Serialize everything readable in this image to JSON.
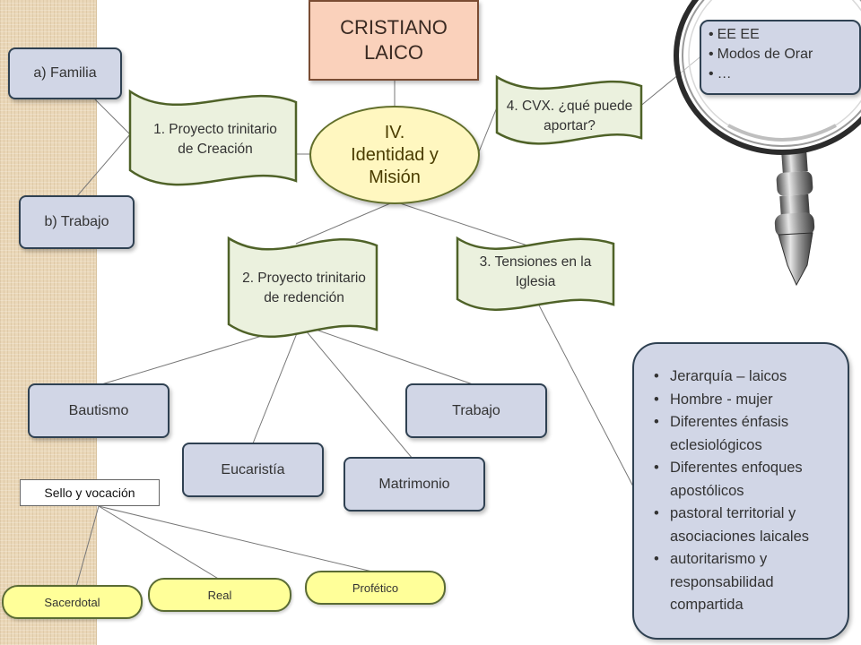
{
  "title": "CRISTIANO LAICO",
  "center": "IV. Identidad y Misión",
  "flags": {
    "creacion": "1. Proyecto trinitario de Creación",
    "redencion": "2. Proyecto trinitario de redención",
    "tensiones": "3. Tensiones en la Iglesia",
    "cvx": "4. CVX. ¿qué puede aportar?"
  },
  "boxes": {
    "familia": "a) Familia",
    "trabajo_b": "b) Trabajo",
    "bautismo": "Bautismo",
    "eucaristia": "Eucaristía",
    "matrimonio": "Matrimonio",
    "trabajo": "Trabajo"
  },
  "sello": "Sello y vocación",
  "vocaciones": {
    "sacerdotal": "Sacerdotal",
    "real": "Real",
    "profetico": "Profético"
  },
  "cvx_items": [
    "EE EE",
    "Modos de Orar",
    "…"
  ],
  "tensiones_items": [
    "Jerarquía – laicos",
    "Hombre - mujer",
    "Diferentes énfasis eclesiológicos",
    "Diferentes enfoques apostólicos",
    "pastoral territorial y asociaciones laicales",
    "autoritarismo y responsabilidad compartida"
  ],
  "colors": {
    "box_fill": "#d1d6e6",
    "box_border": "#2f4152",
    "flag_fill": "#ebf1de",
    "flag_border": "#4f6228",
    "title_fill": "#fad1bb",
    "oval_fill": "#fff7c0",
    "vocation_fill": "#ffff99",
    "strip": "#ead7b8"
  },
  "icons": [
    "magnifying-glass-icon"
  ]
}
